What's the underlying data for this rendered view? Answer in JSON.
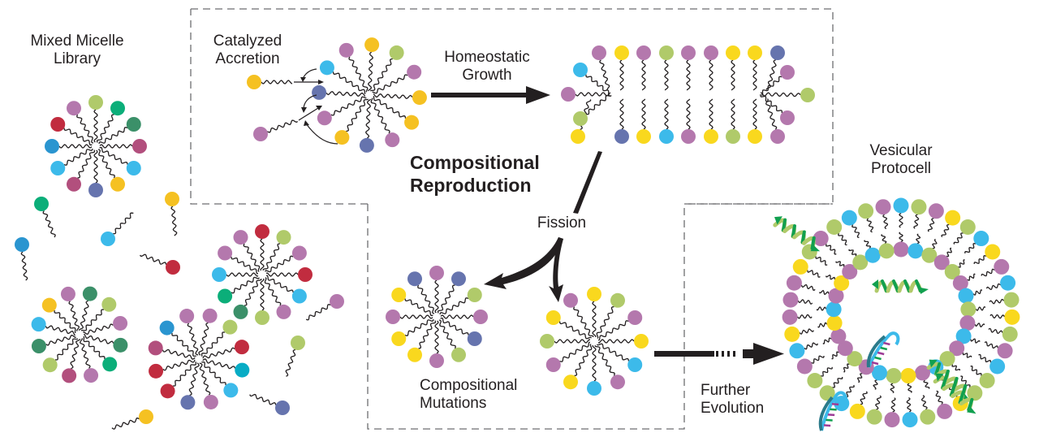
{
  "labels": {
    "library": [
      "Mixed Micelle",
      "Library"
    ],
    "accretion": [
      "Catalyzed",
      "Accretion"
    ],
    "growth": [
      "Homeostatic",
      "Growth"
    ],
    "reproduction": [
      "Compositional",
      "Reproduction"
    ],
    "fission": "Fission",
    "mutations": [
      "Compositional",
      "Mutations"
    ],
    "evolution": [
      "Further",
      "Evolution"
    ],
    "protocell": [
      "Vesicular",
      "Protocell"
    ]
  },
  "palette": {
    "pink": "#b478ad",
    "lime": "#b0ca6a",
    "green": "#0bae79",
    "darkgreen": "#3b9069",
    "magenta": "#b24f7d",
    "cyan": "#3cbaea",
    "yellow": "#f5c122",
    "gold": "#f9d81e",
    "navy": "#6674ae",
    "blue": "#2a95d0",
    "red": "#c12c3f",
    "teal": "#08acc5",
    "ink": "#231f20",
    "dash": "#6d6e71",
    "helix_light": "#b0ca6a",
    "helix_dark": "#11a04f",
    "rna_blue": "#3cbaea",
    "rna_purple": "#9c3c96",
    "rna_green": "#11a04f"
  },
  "library_micelles": [
    {
      "name": "library-micelle-1",
      "heads": [
        "lime",
        "green",
        "darkgreen",
        "magenta",
        "cyan",
        "yellow",
        "navy",
        "magenta",
        "cyan",
        "blue",
        "red",
        "pink"
      ]
    },
    {
      "name": "library-micelle-2",
      "heads": [
        "darkgreen",
        "lime",
        "pink",
        "darkgreen",
        "green",
        "pink",
        "magenta",
        "lime",
        "darkgreen",
        "cyan",
        "yellow",
        "pink"
      ]
    },
    {
      "name": "library-micelle-3",
      "heads": [
        "pink",
        "lime",
        "red",
        "teal",
        "cyan",
        "pink",
        "navy",
        "red",
        "red",
        "magenta",
        "blue",
        "pink"
      ]
    },
    {
      "name": "library-micelle-4",
      "heads": [
        "red",
        "lime",
        "pink",
        "red",
        "cyan",
        "pink",
        "lime",
        "darkgreen",
        "green",
        "cyan",
        "pink",
        "pink"
      ]
    }
  ],
  "free_amphiphiles": [
    {
      "name": "free-amphiphile-green",
      "color": "green"
    },
    {
      "name": "free-amphiphile-blue",
      "color": "blue"
    },
    {
      "name": "free-amphiphile-cyan",
      "color": "cyan"
    },
    {
      "name": "free-amphiphile-yellow-1",
      "color": "yellow"
    },
    {
      "name": "free-amphiphile-red",
      "color": "red"
    },
    {
      "name": "free-amphiphile-pink",
      "color": "pink"
    },
    {
      "name": "free-amphiphile-lime",
      "color": "lime"
    },
    {
      "name": "free-amphiphile-navy",
      "color": "navy"
    },
    {
      "name": "free-amphiphile-yellow-2",
      "color": "yellow"
    }
  ],
  "accretion_micelle": {
    "heads": [
      "yellow",
      "lime",
      "pink",
      "yellow",
      "yellow",
      "pink",
      "navy",
      "yellow",
      "pink",
      "navy",
      "cyan",
      "pink"
    ]
  },
  "accretion_incoming": [
    {
      "name": "incoming-amphiphile-yellow",
      "color": "yellow"
    },
    {
      "name": "incoming-amphiphile-pink",
      "color": "pink"
    }
  ],
  "elongated_micelle": {
    "top": [
      "pink",
      "gold",
      "pink",
      "lime",
      "pink",
      "pink",
      "gold",
      "gold",
      "navy"
    ],
    "bottom": [
      "gold",
      "navy",
      "gold",
      "cyan",
      "pink",
      "gold",
      "lime",
      "gold",
      "pink"
    ],
    "left_cap": [
      "cyan",
      "pink",
      "lime"
    ],
    "right_cap": [
      "pink",
      "lime",
      "pink"
    ]
  },
  "daughter_micelles": [
    {
      "name": "daughter-micelle-1",
      "heads": [
        "pink",
        "navy",
        "lime",
        "pink",
        "navy",
        "lime",
        "pink",
        "gold",
        "gold",
        "pink",
        "gold",
        "navy"
      ]
    },
    {
      "name": "daughter-micelle-2",
      "heads": [
        "gold",
        "lime",
        "pink",
        "gold",
        "cyan",
        "pink",
        "cyan",
        "gold",
        "pink",
        "lime",
        "gold",
        "pink"
      ]
    }
  ],
  "vesicle": {
    "outer": [
      "cyan",
      "lime",
      "pink",
      "gold",
      "lime",
      "cyan",
      "gold",
      "pink",
      "cyan",
      "lime",
      "gold",
      "lime",
      "pink",
      "cyan",
      "lime",
      "lime",
      "gold",
      "pink",
      "lime",
      "cyan",
      "pink",
      "lime",
      "gold",
      "cyan",
      "lime",
      "lime",
      "pink",
      "cyan",
      "gold",
      "pink",
      "pink",
      "pink",
      "gold",
      "lime",
      "pink",
      "lime",
      "cyan",
      "lime",
      "pink"
    ],
    "inner": [
      "pink",
      "cyan",
      "lime",
      "pink",
      "lime",
      "pink",
      "cyan",
      "lime",
      "pink",
      "cyan",
      "pink",
      "lime",
      "cyan",
      "pink",
      "gold",
      "lime",
      "cyan",
      "pink",
      "lime",
      "pink",
      "pink",
      "gold",
      "cyan",
      "pink",
      "gold",
      "pink",
      "lime",
      "cyan",
      "lime"
    ]
  }
}
